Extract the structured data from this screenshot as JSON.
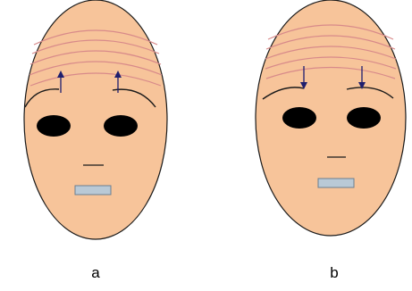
{
  "panels": [
    {
      "id": "a",
      "label": "a",
      "eyebrow_motion": "raised",
      "arrow_direction": "up"
    },
    {
      "id": "b",
      "label": "b",
      "eyebrow_motion": "lowered",
      "arrow_direction": "down"
    }
  ],
  "colors": {
    "face_fill": "#f7c49a",
    "face_outline": "#1a1a1a",
    "forehead_lines": "#d88a8a",
    "eyebrow": "#1a1a1a",
    "arrow": "#1f1f6e",
    "eye": "#000000",
    "mouth_fill": "#b9c9d6",
    "mouth_outline": "#6a7e90"
  }
}
